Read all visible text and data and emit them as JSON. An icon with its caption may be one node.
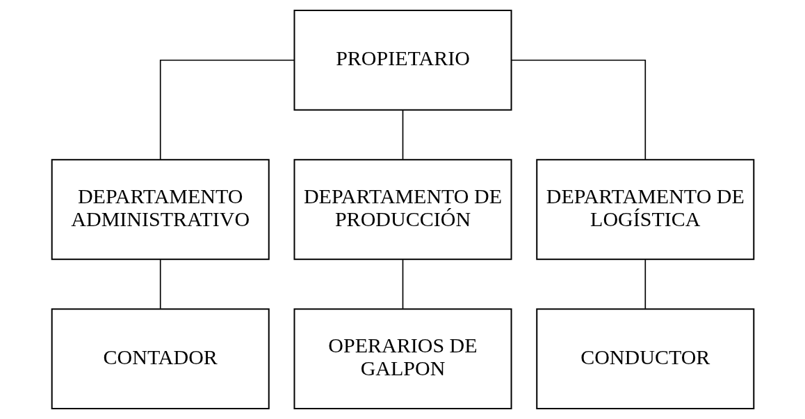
{
  "diagram": {
    "nodes": [
      {
        "text": [
          "PROPIETARIO"
        ]
      },
      {
        "text": [
          "DEPARTAMENTO ADMINISTRATIVO"
        ]
      },
      {
        "text": [
          "DEPARTAMENTO DE PRODUCCIÓN"
        ]
      },
      {
        "text": [
          "DEPARTAMENTO DE LOGÍSTICA"
        ]
      },
      {
        "text": [
          "CONTADOR"
        ]
      },
      {
        "text": [
          "OPERARIOS DE GALPON"
        ]
      },
      {
        "text": [
          "CONDUCTOR"
        ]
      }
    ],
    "edges": [
      {
        "from": 0,
        "to": 1,
        "arrow": "none"
      },
      {
        "from": 0,
        "to": 2,
        "arrow": "none"
      },
      {
        "from": 0,
        "to": 3,
        "arrow": "none"
      },
      {
        "from": 1,
        "to": 4,
        "arrow": "none"
      },
      {
        "from": 2,
        "to": 5,
        "arrow": "none"
      },
      {
        "from": 3,
        "to": 6,
        "arrow": "none"
      }
    ]
  }
}
